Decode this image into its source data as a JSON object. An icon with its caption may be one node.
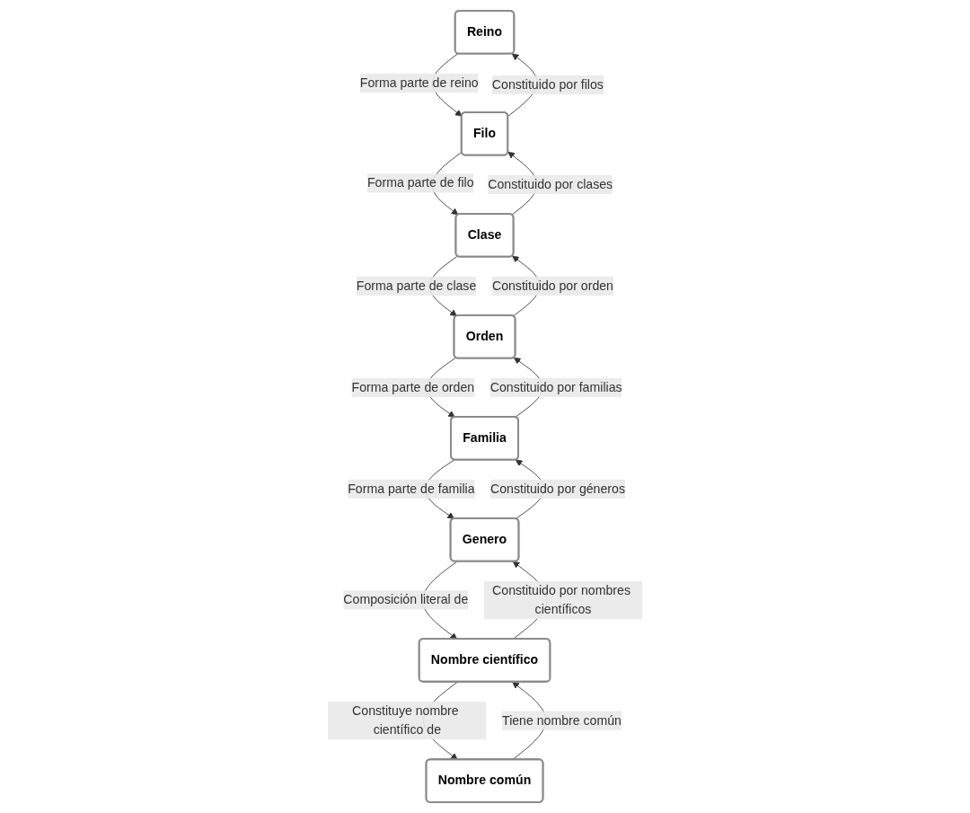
{
  "diagram": {
    "nodes": [
      {
        "text": [
          "Reino"
        ]
      },
      {
        "text": [
          "Filo"
        ]
      },
      {
        "text": [
          "Clase"
        ]
      },
      {
        "text": [
          "Orden"
        ]
      },
      {
        "text": [
          "Familia"
        ]
      },
      {
        "text": [
          "Genero"
        ]
      },
      {
        "text": [
          "Nombre científico"
        ]
      },
      {
        "text": [
          "Nombre común"
        ]
      }
    ],
    "edges": [
      {
        "from": 0,
        "to": 1,
        "arrow": "to",
        "label": "Forma parte de reino"
      },
      {
        "from": 1,
        "to": 0,
        "arrow": "to",
        "label": "Constituido por filos"
      },
      {
        "from": 1,
        "to": 2,
        "arrow": "to",
        "label": "Forma parte de filo"
      },
      {
        "from": 2,
        "to": 1,
        "arrow": "to",
        "label": "Constituido por clases"
      },
      {
        "from": 2,
        "to": 3,
        "arrow": "to",
        "label": "Forma parte de clase"
      },
      {
        "from": 3,
        "to": 2,
        "arrow": "to",
        "label": "Constituido por orden"
      },
      {
        "from": 3,
        "to": 4,
        "arrow": "to",
        "label": "Forma parte de orden"
      },
      {
        "from": 4,
        "to": 3,
        "arrow": "to",
        "label": "Constituido por familias"
      },
      {
        "from": 4,
        "to": 5,
        "arrow": "to",
        "label": "Forma parte de familia"
      },
      {
        "from": 5,
        "to": 4,
        "arrow": "to",
        "label": "Constituido por géneros"
      },
      {
        "from": 5,
        "to": 6,
        "arrow": "to",
        "label": "Composición literal de"
      },
      {
        "from": 6,
        "to": 5,
        "arrow": "to",
        "label": "Constituido por nombres científicos"
      },
      {
        "from": 6,
        "to": 7,
        "arrow": "to",
        "label": "Constituye nombre científico de"
      },
      {
        "from": 7,
        "to": 6,
        "arrow": "to",
        "label": "Tiene nombre común"
      }
    ]
  }
}
